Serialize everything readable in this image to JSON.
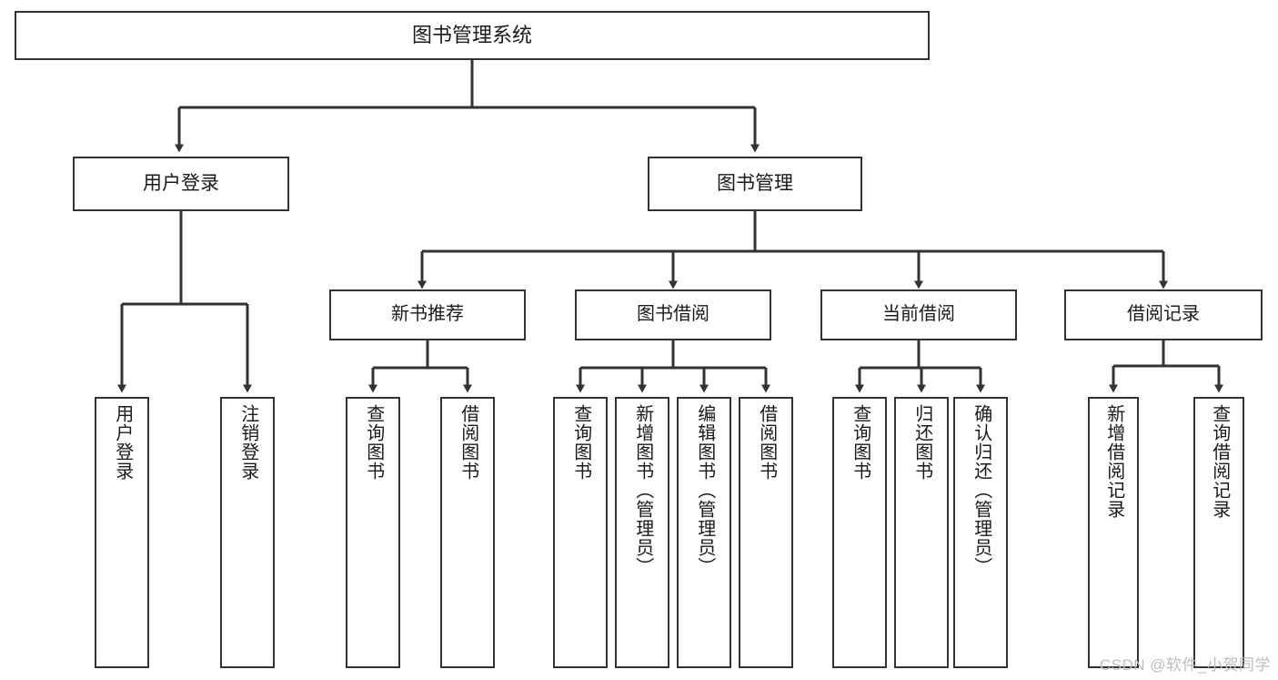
{
  "diagram": {
    "title_node": {
      "id": "root",
      "label": "图书管理系统"
    },
    "level1": [
      {
        "id": "user-login",
        "label": "用户登录"
      },
      {
        "id": "book-manage",
        "label": "图书管理"
      }
    ],
    "level2": [
      {
        "id": "new-book-recommend",
        "label": "新书推荐"
      },
      {
        "id": "book-borrow",
        "label": "图书借阅"
      },
      {
        "id": "current-borrow",
        "label": "当前借阅"
      },
      {
        "id": "borrow-record",
        "label": "借阅记录"
      }
    ],
    "leaves": {
      "user_login": [
        {
          "id": "leaf-user-login",
          "label": "用户登录"
        },
        {
          "id": "leaf-logout",
          "label": "注销登录"
        }
      ],
      "new_book_recommend": [
        {
          "id": "leaf-query-book-1",
          "label": "查询图书"
        },
        {
          "id": "leaf-borrow-book-1",
          "label": "借阅图书"
        }
      ],
      "book_borrow": [
        {
          "id": "leaf-query-book-2",
          "label": "查询图书"
        },
        {
          "id": "leaf-add-book",
          "label": "新增图书（管理员）"
        },
        {
          "id": "leaf-edit-book",
          "label": "编辑图书（管理员）"
        },
        {
          "id": "leaf-borrow-book-2",
          "label": "借阅图书"
        }
      ],
      "current_borrow": [
        {
          "id": "leaf-query-book-3",
          "label": "查询图书"
        },
        {
          "id": "leaf-return-book",
          "label": "归还图书"
        },
        {
          "id": "leaf-confirm-return",
          "label": "确认归还（管理员）"
        }
      ],
      "borrow_record": [
        {
          "id": "leaf-add-record",
          "label": "新增借阅记录"
        },
        {
          "id": "leaf-query-record",
          "label": "查询借阅记录"
        }
      ]
    }
  },
  "watermark": {
    "text": "CSDN @软件_小贺同学"
  },
  "colors": {
    "stroke": "#333333",
    "background": "#ffffff",
    "text": "#1a1a1a",
    "watermark": "#bdbdbd"
  }
}
